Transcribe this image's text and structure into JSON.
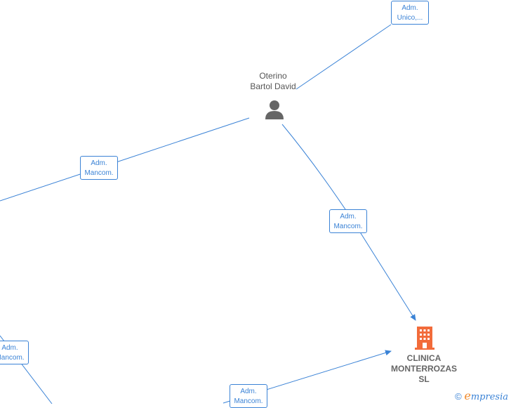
{
  "person": {
    "name_line1": "Oterino",
    "name_line2": "Bartol David",
    "icon": "person-icon"
  },
  "company": {
    "name_line1": "CLINICA",
    "name_line2": "MONTERROZAS",
    "name_line3": "SL",
    "icon": "building-icon",
    "color": "#f26b3a"
  },
  "roles": [
    {
      "line1": "Adm.",
      "line2": "Unico,..."
    },
    {
      "line1": "Adm.",
      "line2": "Mancom."
    },
    {
      "line1": "Adm.",
      "line2": "Mancom."
    },
    {
      "line1": "Adm.",
      "line2": "Mancom."
    },
    {
      "line1": "Adm.",
      "line2": "Mancom."
    }
  ],
  "footer": {
    "copyright": "©",
    "brand_initial": "e",
    "brand_rest": "mpresia"
  },
  "colors": {
    "edge": "#3b83d6",
    "person": "#666666",
    "company": "#f26b3a"
  }
}
